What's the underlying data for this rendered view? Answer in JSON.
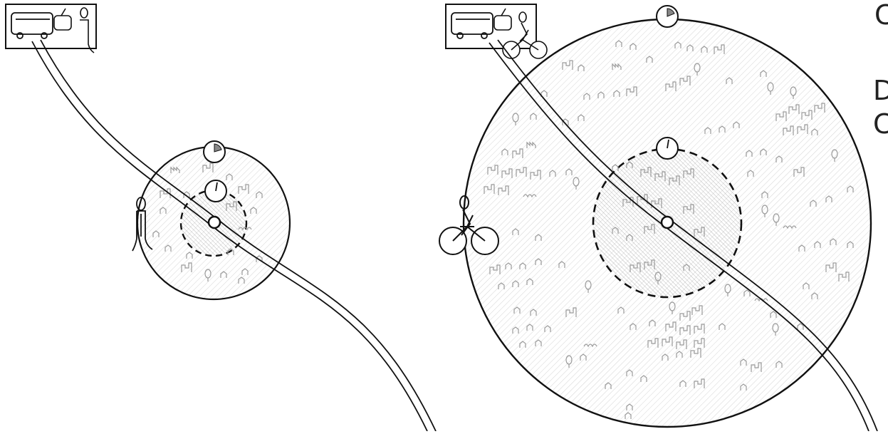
{
  "figure": {
    "left_panel": {
      "mode_box_icons": [
        "bus-icon",
        "tram-icon",
        "pedestrian-icon"
      ],
      "traveler_icon": "pedestrian-icon",
      "clock_icons": [
        "clock-outer-icon",
        "clock-inner-icon"
      ]
    },
    "right_panel": {
      "mode_box_icons": [
        "bus-icon",
        "tram-icon",
        "cyclist-icon"
      ],
      "traveler_icon": "bicycle-icon",
      "clock_icons": [
        "clock-outer-icon",
        "clock-inner-icon"
      ]
    },
    "right_edge_text": [
      "C",
      "D",
      "C"
    ],
    "colors": {
      "ink": "#111111",
      "hatch": "#cfcfcf",
      "sketch": "#9a9a9a",
      "clock_wedge": "#888888",
      "background": "#ffffff"
    }
  }
}
